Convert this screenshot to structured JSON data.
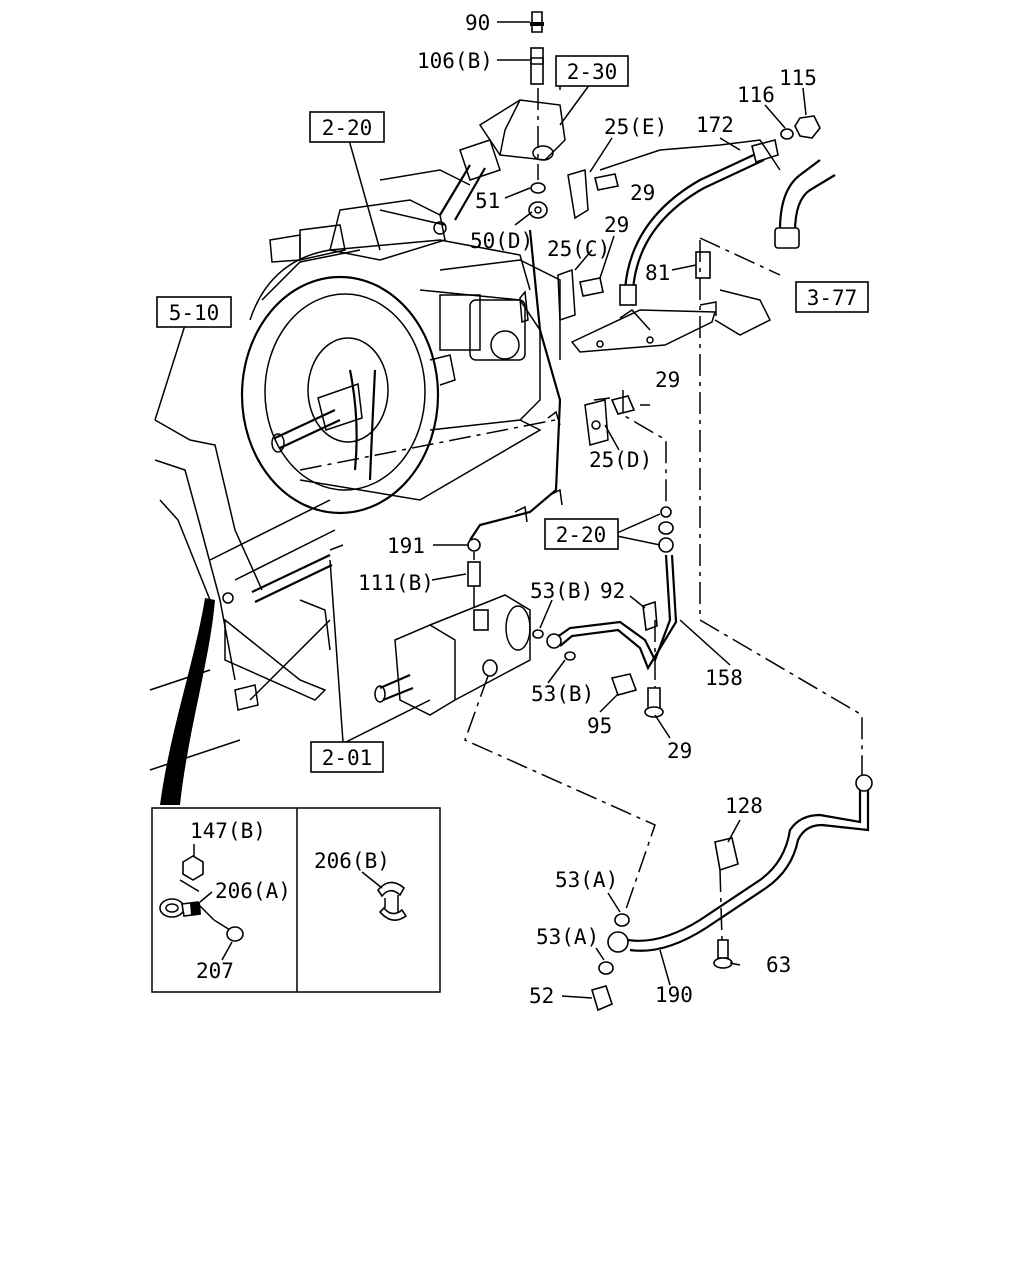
{
  "ref_boxes": [
    {
      "id": "ref-2-30",
      "label": "2-30"
    },
    {
      "id": "ref-2-20-top",
      "label": "2-20"
    },
    {
      "id": "ref-3-77",
      "label": "3-77"
    },
    {
      "id": "ref-5-10",
      "label": "5-10"
    },
    {
      "id": "ref-2-20-mid",
      "label": "2-20"
    },
    {
      "id": "ref-2-01",
      "label": "2-01"
    }
  ],
  "callouts": [
    {
      "id": "c90",
      "label": "90"
    },
    {
      "id": "c106b",
      "label": "106(B)"
    },
    {
      "id": "c116",
      "label": "116"
    },
    {
      "id": "c115",
      "label": "115"
    },
    {
      "id": "c25e",
      "label": "25(E)"
    },
    {
      "id": "c172",
      "label": "172"
    },
    {
      "id": "c51",
      "label": "51"
    },
    {
      "id": "c29a",
      "label": "29"
    },
    {
      "id": "c50d",
      "label": "50(D)"
    },
    {
      "id": "c29b",
      "label": "29"
    },
    {
      "id": "c25c",
      "label": "25(C)"
    },
    {
      "id": "c81",
      "label": "81"
    },
    {
      "id": "c29c",
      "label": "29"
    },
    {
      "id": "c25d",
      "label": "25(D)"
    },
    {
      "id": "c191",
      "label": "191"
    },
    {
      "id": "c111b",
      "label": "111(B)"
    },
    {
      "id": "c53b1",
      "label": "53(B)"
    },
    {
      "id": "c92",
      "label": "92"
    },
    {
      "id": "c158",
      "label": "158"
    },
    {
      "id": "c53b2",
      "label": "53(B)"
    },
    {
      "id": "c95",
      "label": "95"
    },
    {
      "id": "c29d",
      "label": "29"
    },
    {
      "id": "c128",
      "label": "128"
    },
    {
      "id": "c53a1",
      "label": "53(A)"
    },
    {
      "id": "c53a2",
      "label": "53(A)"
    },
    {
      "id": "c63",
      "label": "63"
    },
    {
      "id": "c52",
      "label": "52"
    },
    {
      "id": "c190",
      "label": "190"
    },
    {
      "id": "c147b",
      "label": "147(B)"
    },
    {
      "id": "c206a",
      "label": "206(A)"
    },
    {
      "id": "c207",
      "label": "207"
    },
    {
      "id": "c206b",
      "label": "206(B)"
    }
  ]
}
